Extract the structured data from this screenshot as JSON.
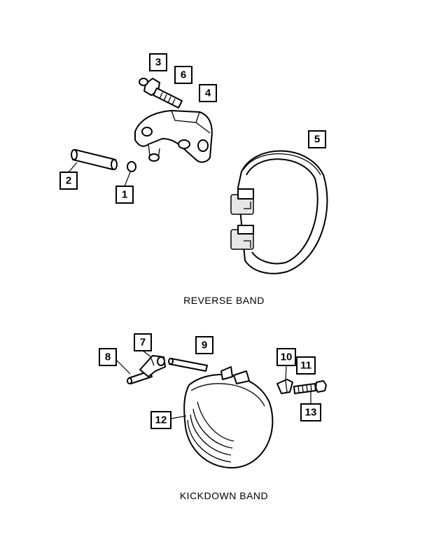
{
  "captions": {
    "reverse": "REVERSE BAND",
    "kickdown": "KICKDOWN BAND"
  },
  "callouts": [
    "1",
    "2",
    "3",
    "4",
    "5",
    "6",
    "7",
    "8",
    "9",
    "10",
    "11",
    "12",
    "13"
  ]
}
